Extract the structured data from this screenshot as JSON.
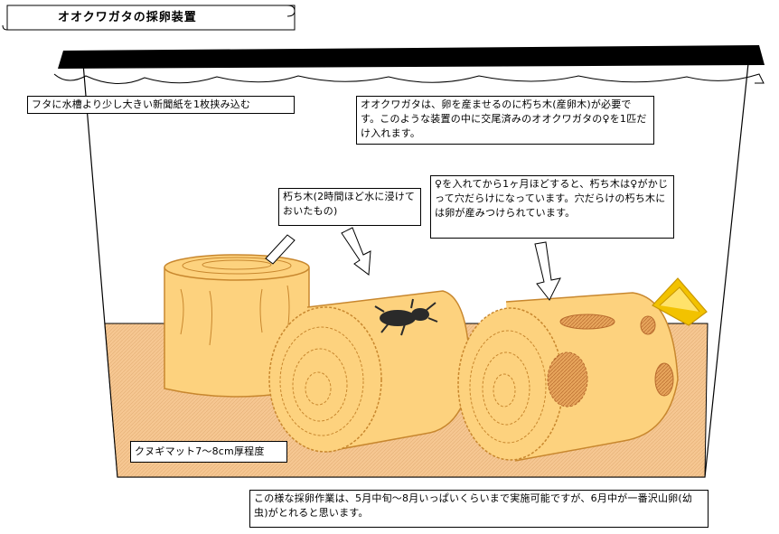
{
  "title": "オオクワガタの採卵装置",
  "notes": {
    "lid": "フタに水槽より少し大きい新聞紙を1枚挟み込む",
    "intro": "オオクワガタは、卵を産ませるのに朽ち木(産卵木)が必要です。このような装置の中に交尾済みのオオクワガタの♀を1匹だけ入れます。",
    "log_soak": "朽ち木(2時間ほど水に浸けておいたもの)",
    "female_result": "♀を入れてから1ヶ月ほどすると、朽ち木は♀がかじって穴だらけになっています。穴だらけの朽ち木には卵が産みつけられています。",
    "substrate": "クヌギマット7〜8cm厚程度",
    "season": "この様な採卵作業は、5月中旬〜8月いっぱいくらいまで実施可能ですが、6月中が一番沢山卵(幼虫)がとれると思います。"
  },
  "colors": {
    "wood": "#FDD27E",
    "wood_edge": "#C8872E",
    "mat": "#F6C792",
    "hole": "#D98B4A",
    "lid": "#000000",
    "lemon": "#F2C200"
  }
}
